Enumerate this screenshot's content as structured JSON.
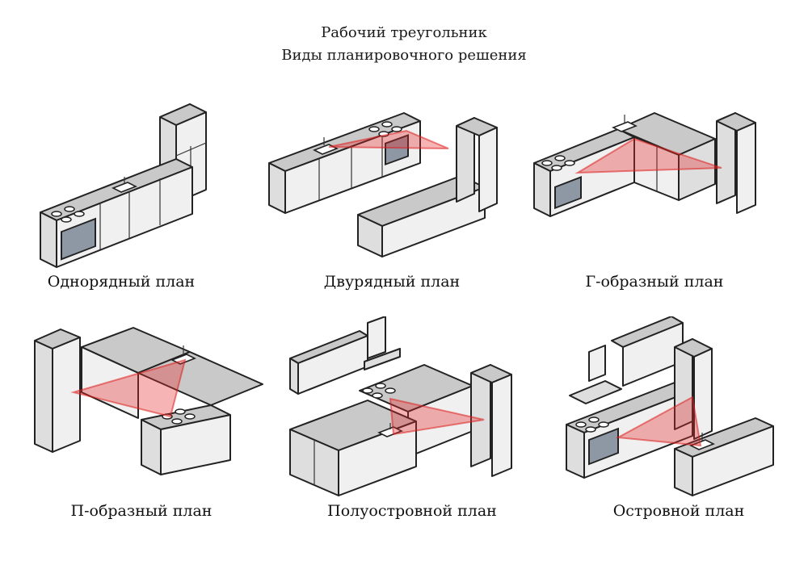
{
  "title": {
    "line1": "Рабочий треугольник",
    "line2": "Виды планировочного решения"
  },
  "layouts": [
    {
      "id": "single-row",
      "caption": "Однорядный план"
    },
    {
      "id": "double-row",
      "caption": "Двурядный план"
    },
    {
      "id": "l-shaped",
      "caption": "Г-образный план"
    },
    {
      "id": "u-shaped",
      "caption": "П-образный план"
    },
    {
      "id": "peninsula",
      "caption": "Полуостровной план"
    },
    {
      "id": "island",
      "caption": "Островной план"
    }
  ],
  "colors": {
    "triangle": "#e82828",
    "cabinet": "#f0f0f0",
    "countertop": "#c9c9c9",
    "oven_glass": "#8e98a5",
    "outline": "#222222"
  }
}
